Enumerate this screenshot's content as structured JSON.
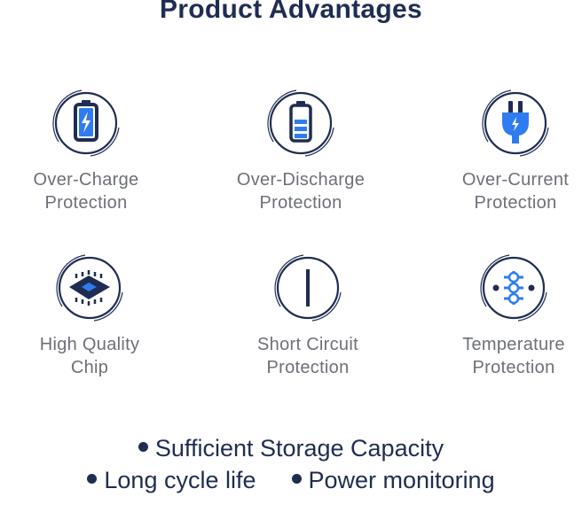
{
  "title": "Product Advantages",
  "colors": {
    "navy": "#1f2d52",
    "blue": "#2f7cf0",
    "text": "#6d7078"
  },
  "features": [
    {
      "icon": "battery-charging-icon",
      "line1": "Over-Charge",
      "line2": "Protection"
    },
    {
      "icon": "battery-level-icon",
      "line1": "Over-Discharge",
      "line2": "Protection"
    },
    {
      "icon": "power-plug-icon",
      "line1": "Over-Current",
      "line2": "Protection"
    },
    {
      "icon": "chip-icon",
      "line1": "High Quality",
      "line2": "Chip"
    },
    {
      "icon": "short-circuit-line-icon",
      "line1": "Short Circuit",
      "line2": "Protection"
    },
    {
      "icon": "temperature-sliders-icon",
      "line1": "Temperature",
      "line2": "Protection"
    }
  ],
  "bullets": {
    "line1": "Sufficient Storage Capacity",
    "line2a": "Long cycle life",
    "line2b": "Power monitoring"
  }
}
